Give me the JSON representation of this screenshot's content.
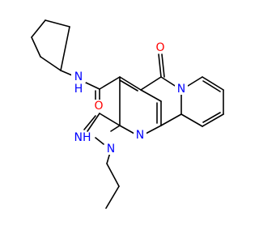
{
  "molecule": {
    "atoms": {
      "n_amide": "N",
      "h_amide": "H",
      "o_amide": "O",
      "o_keto": "O",
      "n_bridge": "N",
      "imine": "NH",
      "n_propyl": "N",
      "n_ring": "N"
    },
    "colors": {
      "carbon_bond": "#000000",
      "nitrogen": "#0000ff",
      "oxygen": "#ff0000"
    }
  }
}
